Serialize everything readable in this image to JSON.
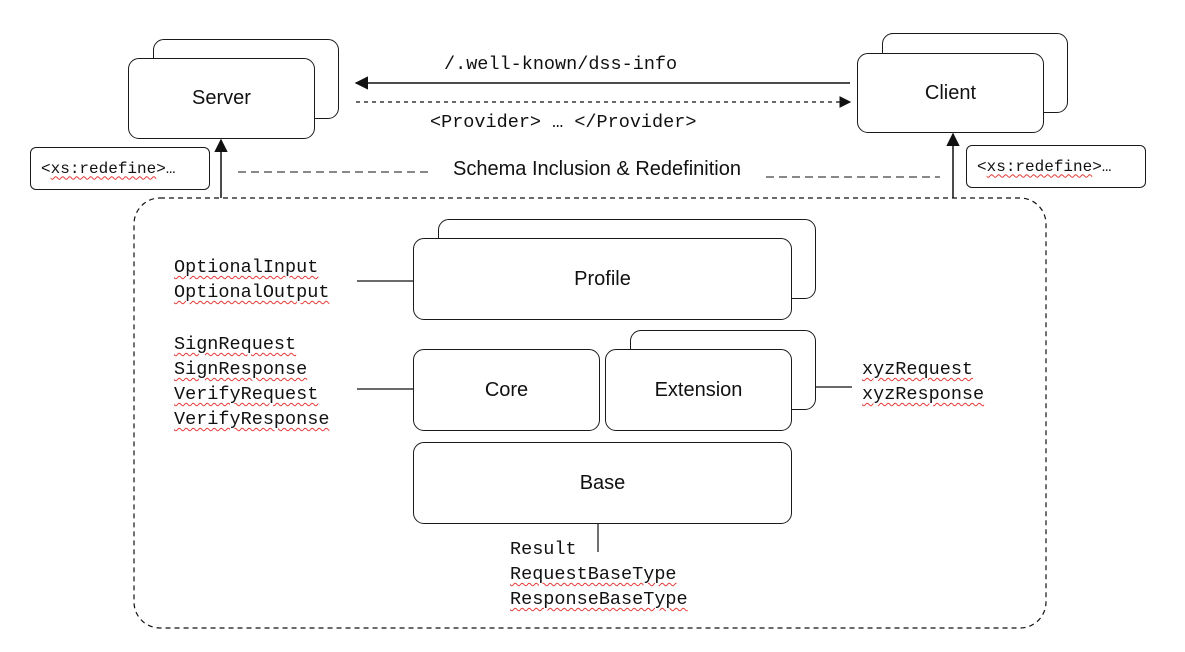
{
  "nodes": {
    "server": "Server",
    "client": "Client",
    "profile": "Profile",
    "core": "Core",
    "extension": "Extension",
    "base": "Base"
  },
  "arrows": {
    "request_path": "/.well-known/dss-info",
    "response": "<Provider> … </Provider>"
  },
  "redefine": {
    "prefix": "<",
    "keyword": "xs:redefine",
    "suffix": ">…"
  },
  "schema_label": "Schema Inclusion & Redefinition",
  "profile_items": [
    "OptionalInput",
    "OptionalOutput"
  ],
  "core_items": [
    "SignRequest",
    "SignResponse",
    "VerifyRequest",
    "VerifyResponse"
  ],
  "extension_items": [
    "xyzRequest",
    "xyzResponse"
  ],
  "base_items": [
    "Result",
    "RequestBaseType",
    "ResponseBaseType"
  ]
}
